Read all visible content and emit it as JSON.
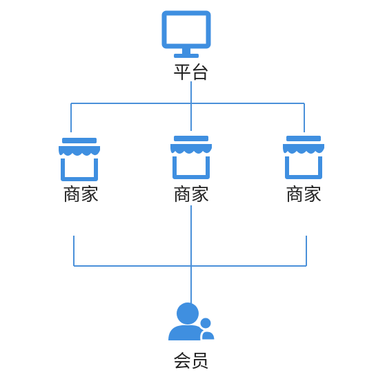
{
  "colors": {
    "accent": "#3a86d6",
    "icon_blue": "#3f8fe0",
    "line": "#4a90d9",
    "text": "#222222"
  },
  "platform": {
    "label": "平台",
    "icon": "monitor-icon"
  },
  "merchants": [
    {
      "label": "商家",
      "icon": "storefront-icon"
    },
    {
      "label": "商家",
      "icon": "storefront-icon"
    },
    {
      "label": "商家",
      "icon": "storefront-icon"
    }
  ],
  "member": {
    "label": "会员",
    "icon": "users-icon"
  }
}
